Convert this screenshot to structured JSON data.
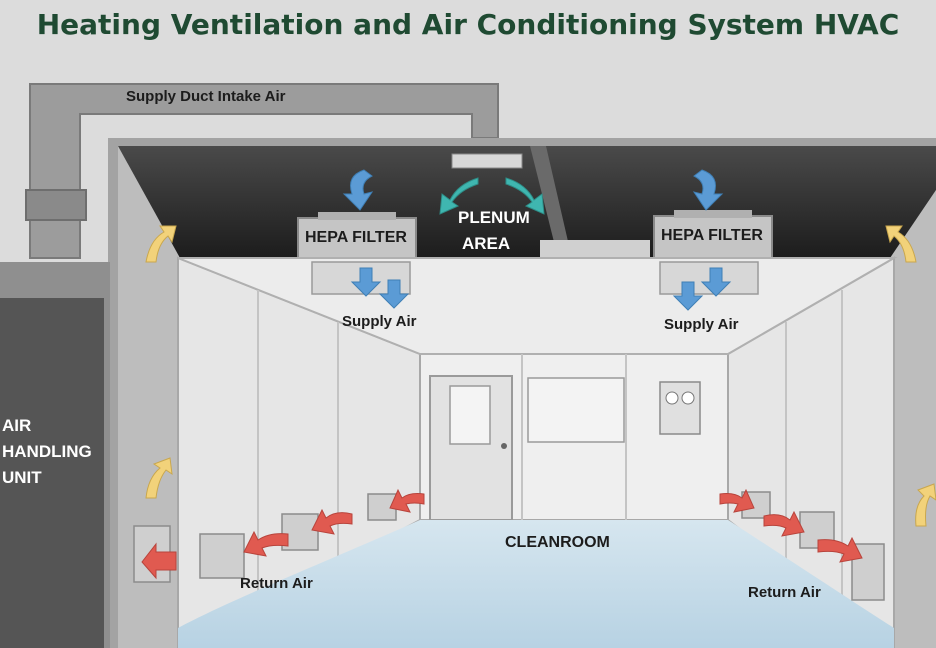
{
  "title": "Heating Ventilation and Air Conditioning System HVAC",
  "labels": {
    "supply_duct": "Supply Duct Intake Air",
    "plenum_line1": "PLENUM",
    "plenum_line2": "AREA",
    "hepa_left": "HEPA FILTER",
    "hepa_right": "HEPA FILTER",
    "supply_left": "Supply Air",
    "supply_right": "Supply Air",
    "ahu_line1": "AIR",
    "ahu_line2": "HANDLING",
    "ahu_line3": "UNIT",
    "cleanroom": "CLEANROOM",
    "return_left": "Return Air",
    "return_right": "Return Air"
  },
  "colors": {
    "title": "#1f4a32",
    "supply_arrow": "#5b9bd5",
    "plenum_arrow": "#3fb6b0",
    "return_arrow": "#e05a50",
    "duct_arrow": "#f2d27a",
    "floor": "#bcd6e6",
    "ahu": "#555555"
  }
}
